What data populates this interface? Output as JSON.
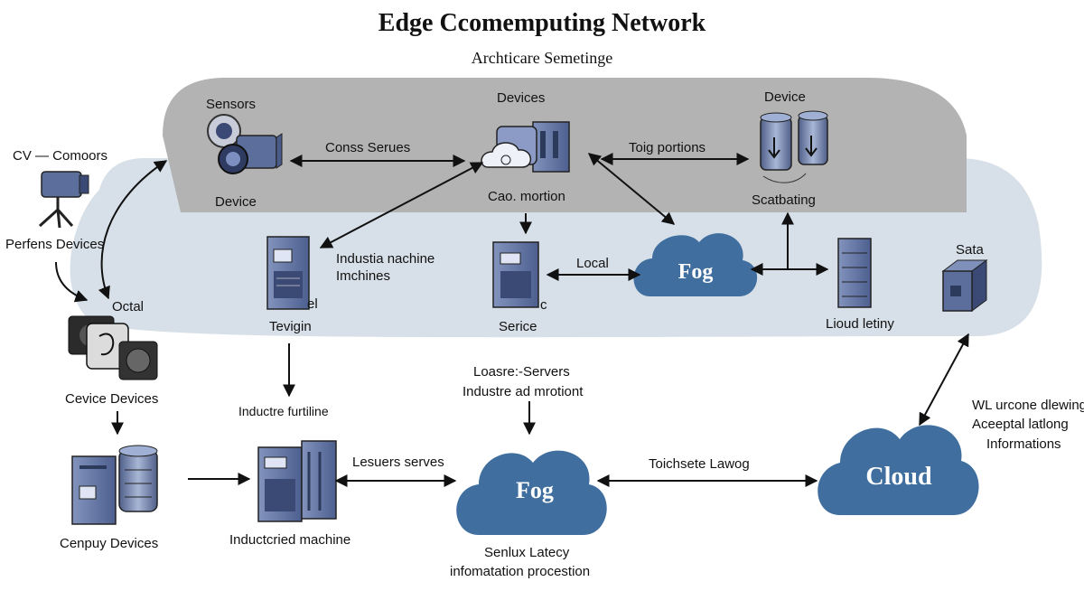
{
  "header": {
    "title": "Edge Ccomemputing Network",
    "subtitle": "Archticare Semetinge"
  },
  "zones": {
    "top_band_labels": {
      "sensors": "Sensors",
      "devices": "Devices",
      "device_right": "Device",
      "device_left_bottom": "Device",
      "cao_mortion": "Cao. mortion",
      "scatbating": "Scatbating"
    },
    "links": {
      "conss_serues": "Conss Serues",
      "toig_portions": "Toig portions",
      "local": "Local",
      "lesuers_serves": "Lesuers serves",
      "toichsete_lawog": "Toichsete Lawog"
    }
  },
  "left_column": {
    "cv_cameras": "CV — Comoors",
    "perfens_devices": "Perfens Devices",
    "octal": "Octal",
    "cevice_devices": "Cevice Devices",
    "cenpuy_devices": "Cenpuy Devices"
  },
  "middle": {
    "industria_machine": "Industia nachine",
    "imchines": "Imchines",
    "el_fragment": "el",
    "tevigin": "Tevigin",
    "industre_furtiline": "Inductre furtiline",
    "induscried_machine": "Inductcried machine",
    "c_fragment": "c",
    "serice": "Serice",
    "loasre_servers": "Loasre:-Servers",
    "industre_ad_mrotiont": "Industre ad mrotiont",
    "senlux_latecy": "Senlux Latecy",
    "infomatation_procestion": "infomatation procestion"
  },
  "right": {
    "sata": "Sata",
    "lioud_letiny": "Lioud letiny",
    "wc_urcone": "WL urcone dlewing",
    "aceeptal_lating": "Aceeptal latlong",
    "informations": "Informations"
  },
  "clouds": {
    "fog_top": "Fog",
    "fog_bottom": "Fog",
    "cloud": "Cloud"
  },
  "colors": {
    "top_band": "#b3b3b3",
    "mid_band": "#d7e0e8",
    "cloud_fill": "#3f6e9f",
    "device_fill": "#5b6e9c"
  }
}
